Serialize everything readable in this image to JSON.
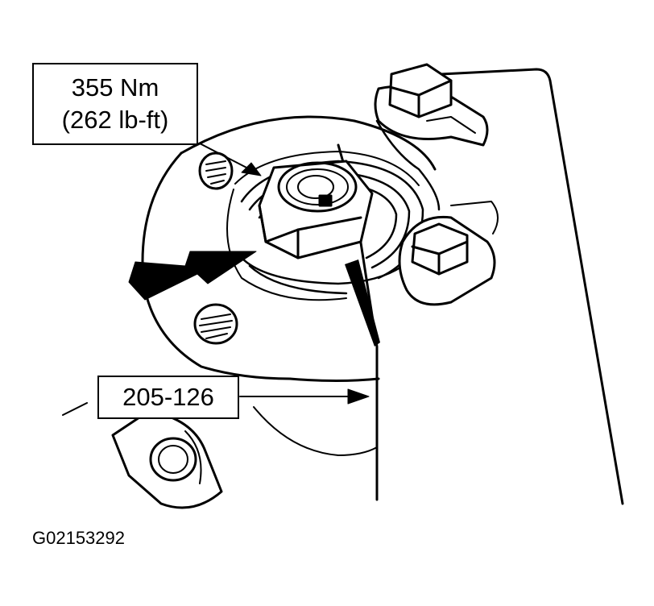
{
  "callouts": {
    "torque_nm": "355 Nm",
    "torque_lbft": "(262 lb-ft)",
    "tool_number": "205-126"
  },
  "figure_id": "G02153292",
  "colors": {
    "line": "#000000",
    "background": "#ffffff"
  }
}
